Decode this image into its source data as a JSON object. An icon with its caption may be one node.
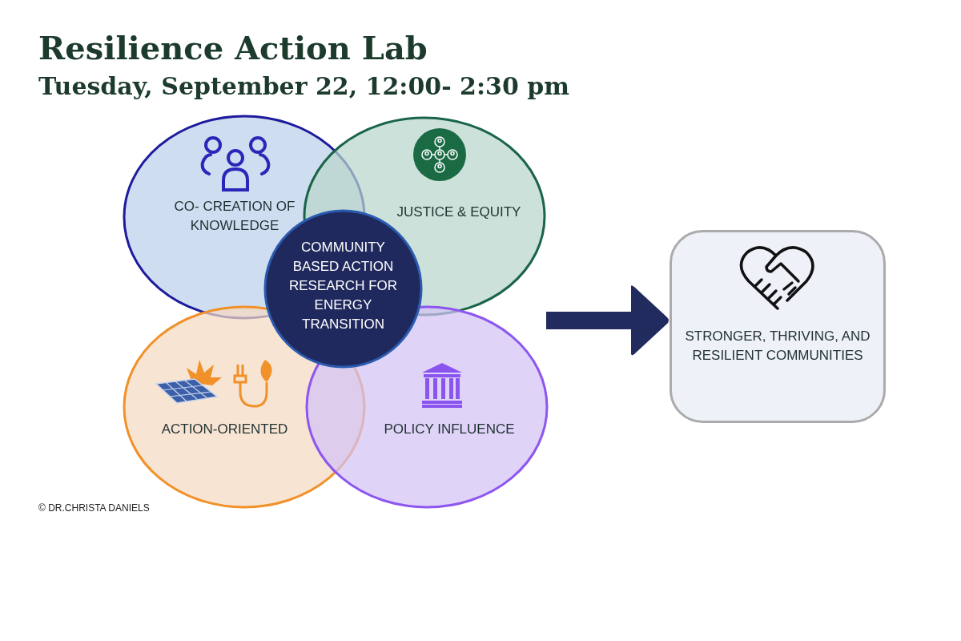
{
  "diagram": {
    "title": "Resilience Action Lab",
    "nodes": [
      {
        "text": [
          "CO- CREATION OF KNOWLEDGE"
        ]
      },
      {
        "text": [
          "JUSTICE & EQUITY"
        ]
      },
      {
        "text": [
          "ACTION-ORIENTED"
        ]
      },
      {
        "text": [
          "POLICY INFLUENCE"
        ]
      },
      {
        "text": [
          "COMMUNITY BASED ACTION RESEARCH FOR ENERGY TRANSITION"
        ]
      },
      {
        "text": [
          "STRONGER, THRIVING, AND RESILIENT COMMUNITIES"
        ]
      }
    ],
    "edges": [
      {
        "from": null,
        "to": 5,
        "arrow": "to"
      }
    ],
    "labels": [
      "Tuesday, September 22, 12:00- 2:30 pm",
      "© DR.CHRISTA DANIELS"
    ]
  }
}
